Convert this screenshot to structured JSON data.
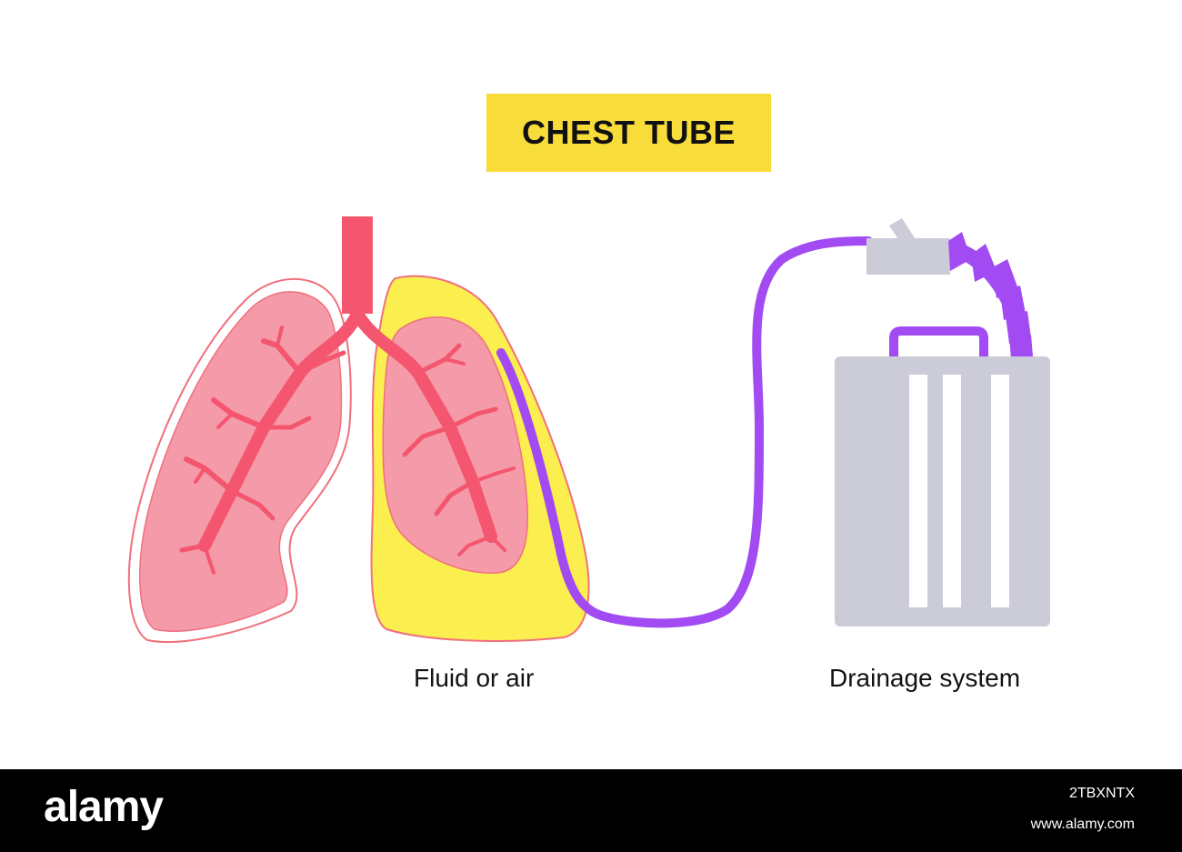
{
  "title": "CHEST TUBE",
  "labels": {
    "fluid": "Fluid or air",
    "drainage": "Drainage system"
  },
  "footer": {
    "logo": "alamy",
    "image_id": "2TBXNTX",
    "url": "www.alamy.com"
  },
  "colors": {
    "title_bg": "#f7dc3a",
    "lung": "#f59aa8",
    "airway": "#f4566f",
    "pleural_fluid": "#fbee4f",
    "tube": "#a24bf2",
    "drainage_unit": "#cbccd8"
  }
}
